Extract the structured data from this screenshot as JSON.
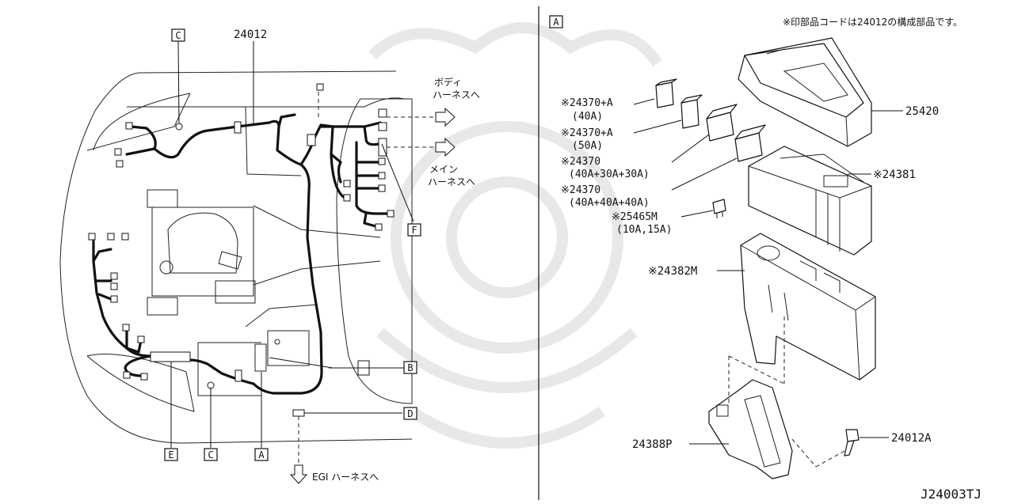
{
  "ref_boxes": {
    "c_top": "C",
    "f": "F",
    "b": "B",
    "d": "D",
    "e": "E",
    "c_bottom": "C",
    "a_bottom": "A",
    "a_panel": "A"
  },
  "left_labels": {
    "main_part": "24012",
    "body_harness_line1": "ボディ",
    "body_harness_line2": "ハーネスへ",
    "main_harness_line1": "メイン",
    "main_harness_line2": "ハーネスへ",
    "egi_harness": "EGI ハーネスへ"
  },
  "right_panel": {
    "note": "※印部品コードは24012の構成部品です。",
    "parts": [
      {
        "code": "※24370+A",
        "spec": "(40A)"
      },
      {
        "code": "※24370+A",
        "spec": "(50A)"
      },
      {
        "code": "※24370",
        "spec": "(40A+30A+30A)"
      },
      {
        "code": "※24370",
        "spec": "(40A+40A+40A)"
      },
      {
        "code": "※25465M",
        "spec": "(10A,15A)"
      }
    ],
    "p25420": "25420",
    "p24381": "※24381",
    "p24382m": "※24382M",
    "p24388p": "24388P",
    "p24012a": "24012A"
  },
  "diagram_code": "J24003TJ"
}
